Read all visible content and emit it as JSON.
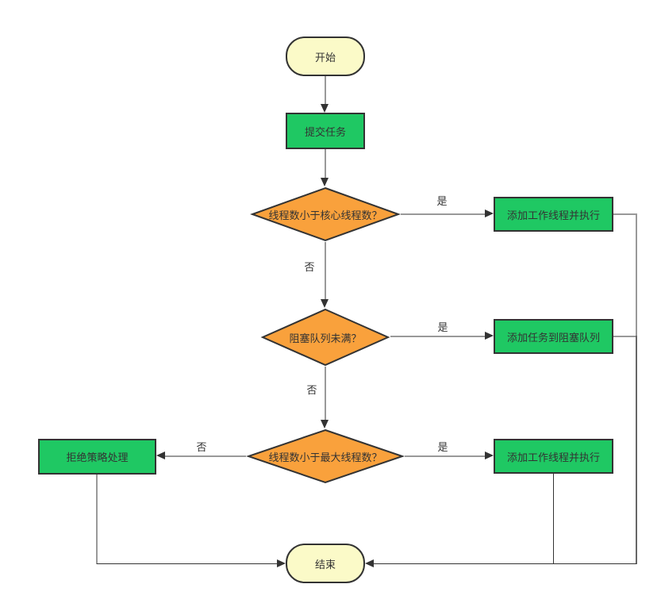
{
  "diagram": {
    "type": "flowchart",
    "colors": {
      "terminator_fill": "#FBFAC8",
      "process_fill": "#1FC863",
      "decision_fill": "#F9A13C",
      "node_border": "#333333",
      "connector_gray": "#999999",
      "connector_mid": "#666666",
      "connector_dark": "#333333",
      "text": "#333333"
    },
    "nodes": {
      "start": {
        "type": "terminator",
        "label": "开始"
      },
      "submit": {
        "type": "process",
        "label": "提交任务"
      },
      "d1": {
        "type": "decision",
        "label": "线程数小于核心线程数？"
      },
      "box1": {
        "type": "process",
        "label": "添加工作线程并执行"
      },
      "d2": {
        "type": "decision",
        "label": "阻塞队列未满？"
      },
      "box2": {
        "type": "process",
        "label": "添加任务到阻塞队列"
      },
      "d3": {
        "type": "decision",
        "label": "线程数小于最大线程数？"
      },
      "box3": {
        "type": "process",
        "label": "添加工作线程并执行"
      },
      "reject": {
        "type": "process",
        "label": "拒绝策略处理"
      },
      "end": {
        "type": "terminator",
        "label": "结束"
      }
    },
    "edge_labels": {
      "d1_yes": "是",
      "d1_no": "否",
      "d2_yes": "是",
      "d2_no": "否",
      "d3_yes": "是",
      "d3_no": "否"
    },
    "edges": [
      {
        "from": "start",
        "to": "submit",
        "label": ""
      },
      {
        "from": "submit",
        "to": "d1",
        "label": ""
      },
      {
        "from": "d1",
        "to": "box1",
        "label": "是"
      },
      {
        "from": "d1",
        "to": "d2",
        "label": "否"
      },
      {
        "from": "d2",
        "to": "box2",
        "label": "是"
      },
      {
        "from": "d2",
        "to": "d3",
        "label": "否"
      },
      {
        "from": "d3",
        "to": "box3",
        "label": "是"
      },
      {
        "from": "d3",
        "to": "reject",
        "label": "否"
      },
      {
        "from": "box1",
        "to": "end",
        "label": ""
      },
      {
        "from": "box2",
        "to": "end",
        "label": ""
      },
      {
        "from": "box3",
        "to": "end",
        "label": ""
      },
      {
        "from": "reject",
        "to": "end",
        "label": ""
      }
    ]
  }
}
